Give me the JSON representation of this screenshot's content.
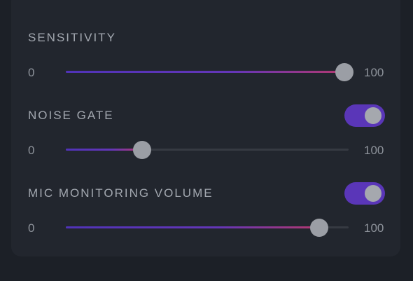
{
  "settings": {
    "sensitivity": {
      "label": "SENSITIVITY",
      "min_label": "0",
      "max_label": "100",
      "value_fraction": 0.985
    },
    "noise_gate": {
      "label": "NOISE GATE",
      "toggle_on": true,
      "min_label": "0",
      "max_label": "100",
      "value_fraction": 0.27
    },
    "mic_monitoring_volume": {
      "label": "MIC MONITORING VOLUME",
      "toggle_on": true,
      "min_label": "0",
      "max_label": "100",
      "value_fraction": 0.895
    }
  },
  "colors": {
    "panel_background": "#22262e",
    "page_background": "#1c2027",
    "accent_start": "#5033b8",
    "accent_end": "#b3386f",
    "toggle_on": "#5a36b8",
    "thumb": "#9b9ea5",
    "label_text": "#a3a8b0"
  }
}
